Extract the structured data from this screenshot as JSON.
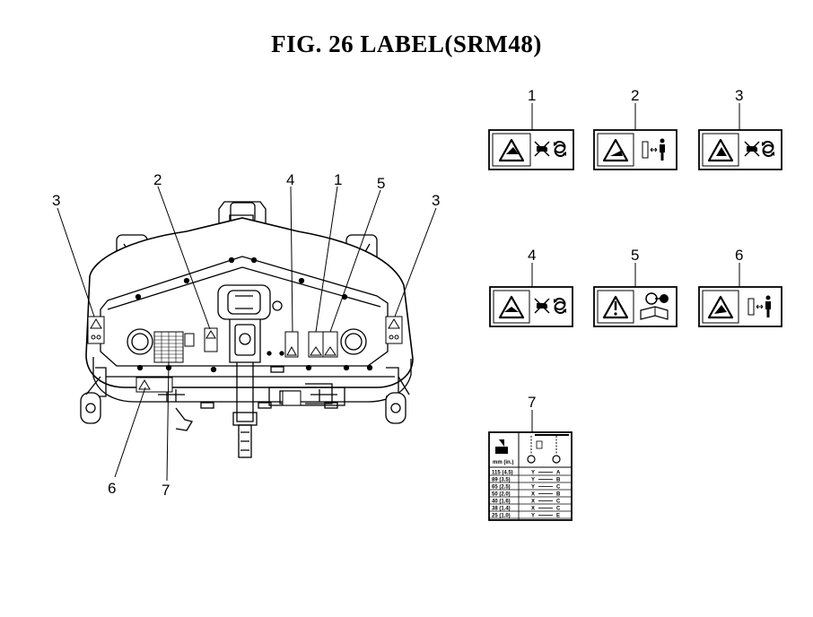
{
  "figure": {
    "title": "FIG. 26  LABEL(SRM48)"
  },
  "machine_callouts": [
    "3",
    "2",
    "4",
    "1",
    "5",
    "3",
    "6",
    "7"
  ],
  "label_callouts": [
    "1",
    "2",
    "3",
    "4",
    "5",
    "6",
    "7"
  ],
  "label_table": {
    "unit_header": "mm (in.)",
    "rows": [
      [
        "115 (4.5)",
        "Y",
        "A"
      ],
      [
        "89 (3.5)",
        "Y",
        "B"
      ],
      [
        "65 (2.5)",
        "Y",
        "C"
      ],
      [
        "50 (2.0)",
        "X",
        "B"
      ],
      [
        "40 (1.6)",
        "X",
        "C"
      ],
      [
        "38 (1.4)",
        "X",
        "C"
      ],
      [
        "25 (1.0)",
        "Y",
        "E"
      ]
    ]
  }
}
